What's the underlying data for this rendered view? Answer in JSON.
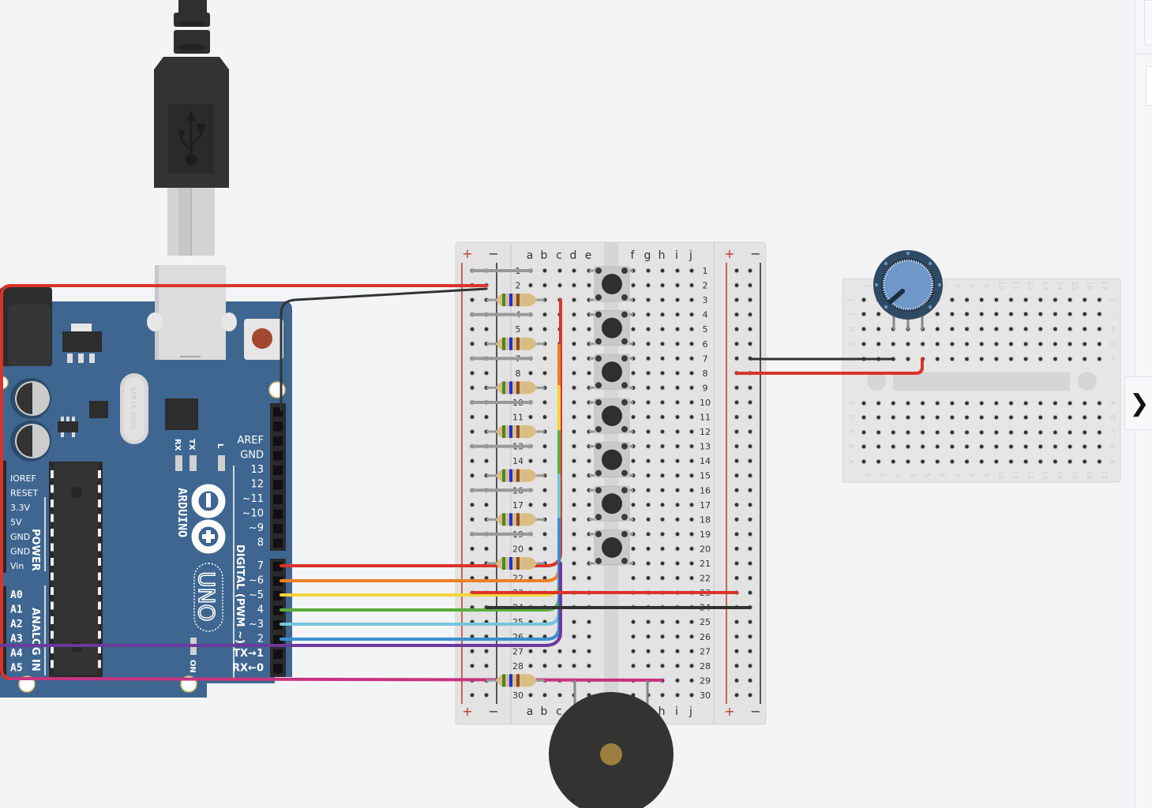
{
  "app": {
    "view": "circuit-editor-canvas",
    "side_panel_toggle_glyph": "❯"
  },
  "colors": {
    "canvas_bg": "#f3f4f6",
    "arduino_board": "#3d6690",
    "breadboard": "#e4e4e4",
    "wire_red": "#d9342b",
    "wire_black": "#333333",
    "wire_orange": "#e8812a",
    "wire_yellow": "#f3d43b",
    "wire_green": "#5aac3f",
    "wire_lightblue": "#74c6dc",
    "wire_blue": "#3a8fd0",
    "wire_purple": "#6b3a9c",
    "wire_magenta": "#c8337f",
    "pot_knob": "#6f97c8",
    "buzzer_body": "#333333",
    "buzzer_center": "#9c7f3e"
  },
  "arduino": {
    "brand": "ARDUINO",
    "model": "UNO",
    "crystal_label": "SPK16.000G",
    "led_labels": [
      "RX",
      "TX",
      "L"
    ],
    "on_label": "ON",
    "power_header_title": "POWER",
    "analog_header_title": "ANALOG IN",
    "digital_header_title": "DIGITAL (PWM ~)",
    "power_pins": [
      "IOREF",
      "RESET",
      "3.3V",
      "5V",
      "GND",
      "GND",
      "Vin"
    ],
    "analog_pins": [
      "A0",
      "A1",
      "A2",
      "A3",
      "A4",
      "A5"
    ],
    "digital_pins_top": [
      "AREF",
      "GND",
      "13",
      "12",
      "~11",
      "~10",
      "~9",
      "8"
    ],
    "digital_pins_bottom": [
      "7",
      "~6",
      "~5",
      "4",
      "~3",
      "2",
      "TX→1",
      "RX←0"
    ]
  },
  "breadboard": {
    "columns_left": [
      "a",
      "b",
      "c",
      "d",
      "e"
    ],
    "columns_right": [
      "f",
      "g",
      "h",
      "i",
      "j"
    ],
    "rail_plus": "+",
    "rail_minus": "−",
    "rows": [
      "1",
      "2",
      "3",
      "4",
      "5",
      "6",
      "7",
      "8",
      "9",
      "10",
      "11",
      "12",
      "13",
      "14",
      "15",
      "16",
      "17",
      "18",
      "19",
      "20",
      "21",
      "22",
      "23",
      "24",
      "25",
      "26",
      "27",
      "28",
      "29",
      "30"
    ]
  },
  "mini_breadboard": {
    "rows_top": [
      "J",
      "I",
      "H",
      "G",
      "F"
    ],
    "rows_bottom": [
      "E",
      "D",
      "C",
      "B",
      "A"
    ],
    "columns": [
      "1",
      "2",
      "3",
      "4",
      "5",
      "6",
      "7",
      "8",
      "9",
      "10",
      "11",
      "12",
      "13",
      "14",
      "15",
      "16",
      "17"
    ]
  },
  "components": {
    "resistor_rows": [
      3,
      6,
      9,
      12,
      15,
      18,
      21,
      29
    ],
    "pushbutton_rows": [
      1,
      4,
      7,
      10,
      13,
      16,
      19
    ],
    "jumper_rows": [
      1,
      4,
      7,
      10,
      13,
      16,
      19
    ],
    "resistor_bands": [
      "#3f8a2a",
      "#1a2fe8",
      "#8a4a1c",
      "#d8c070"
    ],
    "potentiometer": "rotary-potentiometer",
    "buzzer": "piezo-buzzer",
    "usb_cable": "usb-b-cable"
  }
}
